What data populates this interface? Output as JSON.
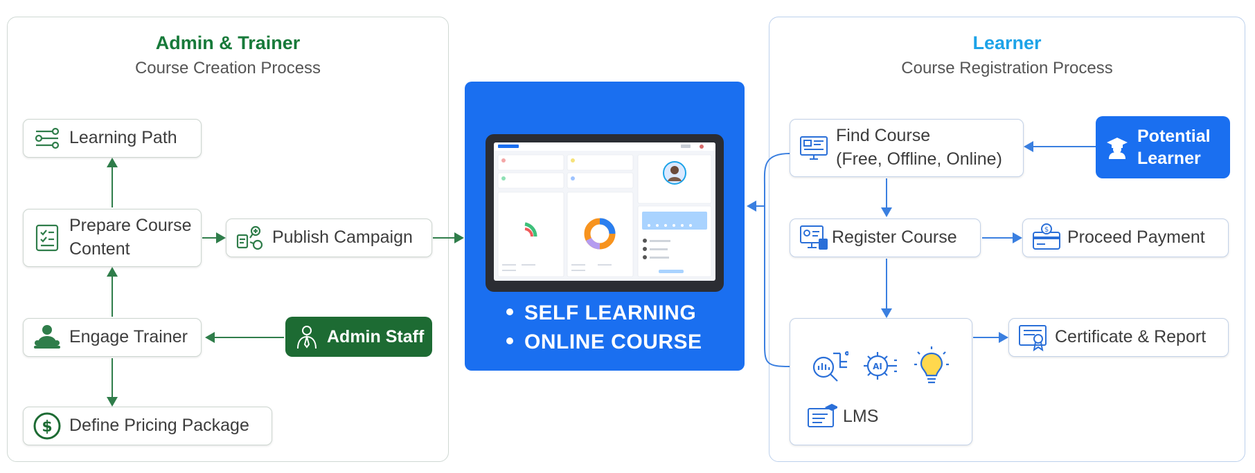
{
  "admin": {
    "title": "Admin & Trainer",
    "subtitle": "Course Creation Process",
    "title_color": "#177a3a",
    "steps": {
      "learning_path": "Learning Path",
      "prepare_content_line1": "Prepare Course",
      "prepare_content_line2": "Content",
      "publish_campaign": "Publish Campaign",
      "engage_trainer": "Engage Trainer",
      "define_pricing": "Define Pricing Package"
    },
    "actor": "Admin Staff",
    "actor_color": "#1d6b33"
  },
  "center": {
    "bullets": [
      "SELF LEARNING",
      "ONLINE COURSE"
    ],
    "background": "#1a6ff0"
  },
  "learner": {
    "title": "Learner",
    "subtitle": "Course Registration Process",
    "title_color": "#1da3e8",
    "steps": {
      "find_course_line1": "Find Course",
      "find_course_line2": "(Free, Offline, Online)",
      "register_course": "Register Course",
      "proceed_payment": "Proceed Payment",
      "certificate_report": "Certificate & Report",
      "lms": "LMS"
    },
    "actor_line1": "Potential",
    "actor_line2": "Learner",
    "actor_color": "#1a6ff0"
  }
}
